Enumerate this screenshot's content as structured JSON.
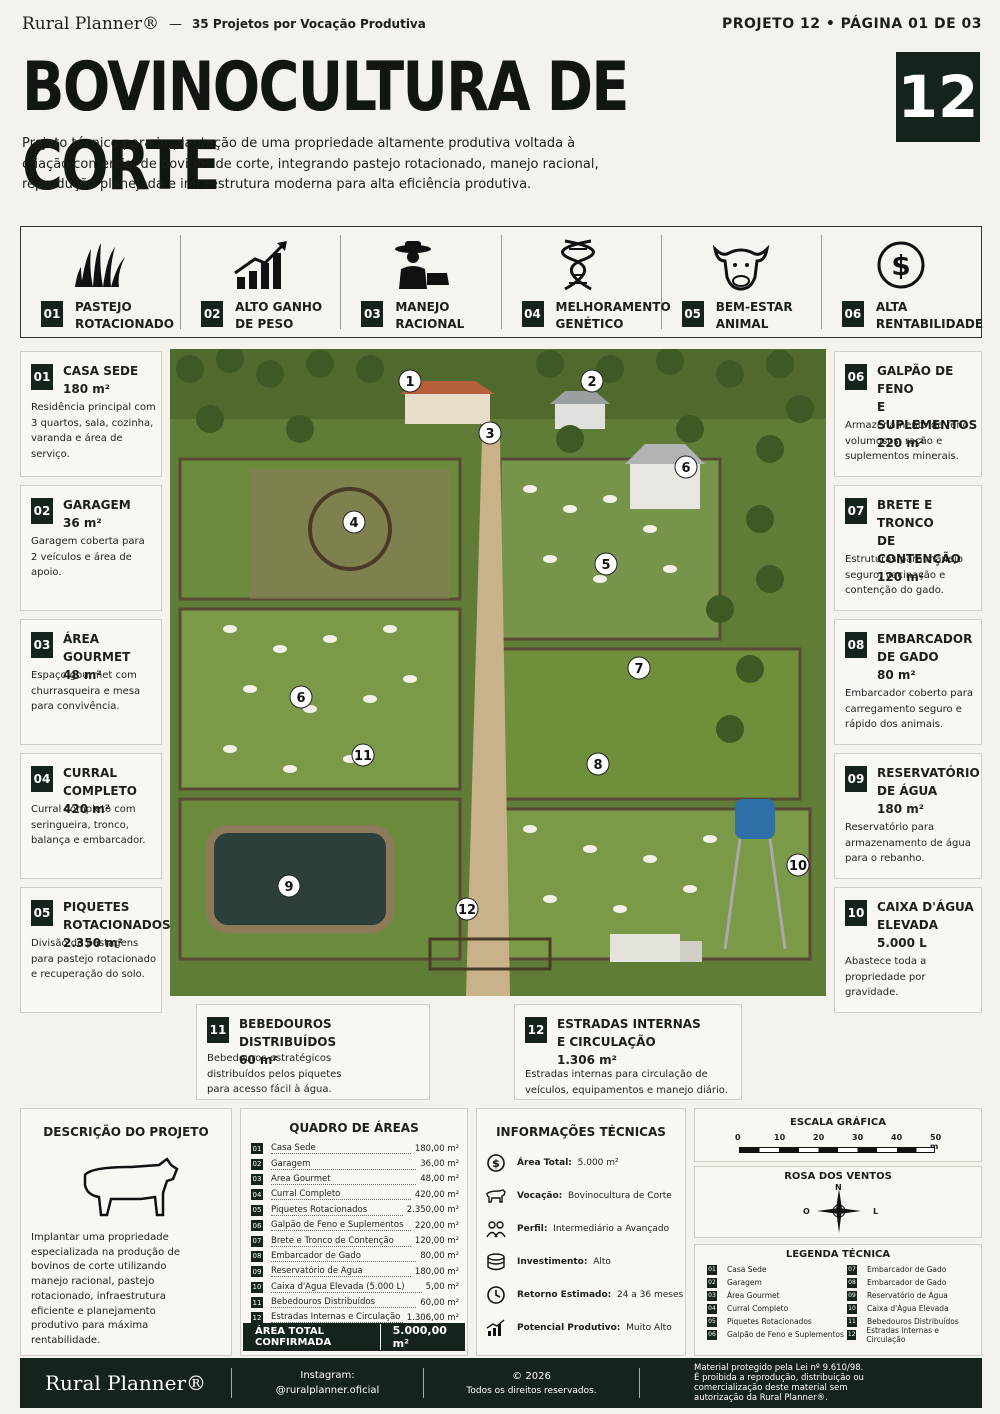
{
  "header": {
    "brand": "Rural Planner®",
    "separator": "—",
    "subtitle": "35 Projetos por Vocação Produtiva",
    "page_info": "PROJETO 12 • PÁGINA 01 DE 03",
    "title": "BOVINOCULTURA DE CORTE",
    "number": "12",
    "intro": "Projeto técnico para implantação de uma propriedade altamente produtiva voltada à criação comercial de bovinos de corte, integrando pastejo rotacionado, manejo racional, reprodução planejada e infraestrutura moderna para alta eficiência produtiva."
  },
  "features": [
    {
      "num": "01",
      "label": "PASTEJO\nROTACIONADO",
      "icon": "grass-icon"
    },
    {
      "num": "02",
      "label": "ALTO GANHO\nDE PESO",
      "icon": "growth-chart-icon"
    },
    {
      "num": "03",
      "label": "MANEJO\nRACIONAL",
      "icon": "cowboy-icon"
    },
    {
      "num": "04",
      "label": "MELHORAMENTO\nGENÉTICO",
      "icon": "dna-icon"
    },
    {
      "num": "05",
      "label": "BEM-ESTAR\nANIMAL",
      "icon": "cow-head-icon"
    },
    {
      "num": "06",
      "label": "ALTA\nRENTABILIDADE",
      "icon": "dollar-icon"
    }
  ],
  "left_cards": [
    {
      "num": "01",
      "title": "CASA SEDE",
      "area": "180 m²",
      "desc": "Residência principal com\n3 quartos, sala, cozinha,\nvaranda e área de\nserviço."
    },
    {
      "num": "02",
      "title": "GARAGEM",
      "area": "36 m²",
      "desc": "Garagem coberta para\n2 veículos e área de\napoio."
    },
    {
      "num": "03",
      "title": "ÁREA GOURMET",
      "area": "48 m²",
      "desc": "Espaço gourmet com\nchurrasqueira e mesa\npara convivência."
    },
    {
      "num": "04",
      "title": "CURRAL COMPLETO",
      "area": "420 m²",
      "desc": "Curral completo com\nseringueira, tronco,\nbalança e embarcador."
    },
    {
      "num": "05",
      "title": "PIQUETES ROTACIONADOS",
      "area": "2.350 m²",
      "desc": "Divisão de pastagens\npara pastejo rotacionado\ne recuperação do solo."
    }
  ],
  "right_cards": [
    {
      "num": "06",
      "title": "GALPÃO DE FENO\nE SUPLEMENTOS",
      "area": "220 m²",
      "desc": "Armazenamento de feno,\nvolumosos, ração e\nsuplementos minerais."
    },
    {
      "num": "07",
      "title": "BRETE E TRONCO\nDE CONTENÇÃO",
      "area": "120 m²",
      "desc": "Estruturas para manejo\nseguro, vacinação e\ncontenção do gado."
    },
    {
      "num": "08",
      "title": "EMBARCADOR\nDE GADO",
      "area": "80 m²",
      "desc": "Embarcador coberto para\ncarregamento seguro e\nrápido dos animais."
    },
    {
      "num": "09",
      "title": "RESERVATÓRIO\nDE ÁGUA",
      "area": "180 m²",
      "desc": "Reservatório para\narmazenamento de água\npara o rebanho."
    },
    {
      "num": "10",
      "title": "CAIXA D'ÁGUA\nELEVADA",
      "area": "5.000 L",
      "desc": "Abastece toda a\npropriedade por\ngravidade."
    }
  ],
  "bottom_cards": [
    {
      "num": "11",
      "title": "BEBEDOUROS DISTRIBUÍDOS",
      "area": "60 m²",
      "desc": "Bebedouros estratégicos\ndistribuídos pelos piquetes\npara acesso fácil à água."
    },
    {
      "num": "12",
      "title": "ESTRADAS INTERNAS\nE CIRCULAÇÃO",
      "area": "1.306 m²",
      "desc": "Estradas internas para circulação de\nveículos, equipamentos e manejo diário."
    }
  ],
  "map_markers": [
    "1",
    "2",
    "3",
    "4",
    "5",
    "6",
    "6",
    "7",
    "8",
    "9",
    "10",
    "11",
    "12"
  ],
  "description": {
    "title": "DESCRIÇÃO DO PROJETO",
    "text": "Implantar uma propriedade especializada na produção de bovinos de corte utilizando manejo racional, pastejo rotacionado, infraestrutura eficiente e planejamento produtivo para máxima rentabilidade."
  },
  "areas": {
    "title": "QUADRO DE ÁREAS",
    "rows": [
      {
        "num": "01",
        "label": "Casa Sede",
        "value": "180,00 m²"
      },
      {
        "num": "02",
        "label": "Garagem",
        "value": "36,00 m²"
      },
      {
        "num": "03",
        "label": "Área Gourmet",
        "value": "48,00 m²"
      },
      {
        "num": "04",
        "label": "Curral Completo",
        "value": "420,00 m²"
      },
      {
        "num": "05",
        "label": "Piquetes Rotacionados",
        "value": "2.350,00 m²"
      },
      {
        "num": "06",
        "label": "Galpão de Feno e Suplementos",
        "value": "220,00 m²"
      },
      {
        "num": "07",
        "label": "Brete e Tronco de Contenção",
        "value": "120,00 m²"
      },
      {
        "num": "08",
        "label": "Embarcador de Gado",
        "value": "80,00 m²"
      },
      {
        "num": "09",
        "label": "Reservatório de Água",
        "value": "180,00 m²"
      },
      {
        "num": "10",
        "label": "Caixa d'Água Elevada (5.000 L)",
        "value": "5,00 m²"
      },
      {
        "num": "11",
        "label": "Bebedouros Distribuídos",
        "value": "60,00 m²"
      },
      {
        "num": "12",
        "label": "Estradas Internas e Circulação",
        "value": "1.306,00 m²"
      }
    ],
    "total_label": "ÁREA TOTAL CONFIRMADA",
    "total_value": "5.000,00 m²"
  },
  "tech": {
    "title": "INFORMAÇÕES TÉCNICAS",
    "rows": [
      {
        "label": "Área Total:",
        "value": "5.000 m²",
        "icon": "dollar-circle-icon"
      },
      {
        "label": "Vocação:",
        "value": "Bovinocultura de Corte",
        "icon": "cow-icon"
      },
      {
        "label": "Perfil:",
        "value": "Intermediário a Avançado",
        "icon": "people-icon"
      },
      {
        "label": "Investimento:",
        "value": "Alto",
        "icon": "coins-icon"
      },
      {
        "label": "Retorno Estimado:",
        "value": "24 a 36 meses",
        "icon": "clock-icon"
      },
      {
        "label": "Potencial Produtivo:",
        "value": "Muito Alto",
        "icon": "bar-chart-icon"
      }
    ]
  },
  "scale": {
    "title": "ESCALA GRÁFICA",
    "ticks": [
      "0",
      "10",
      "20",
      "30",
      "40",
      "50 m"
    ]
  },
  "compass": {
    "title": "ROSA DOS VENTOS",
    "n": "N",
    "o": "O",
    "l": "L"
  },
  "legend": {
    "title": "LEGENDA TÉCNICA",
    "left": [
      {
        "num": "01",
        "label": "Casa Sede"
      },
      {
        "num": "02",
        "label": "Garagem"
      },
      {
        "num": "03",
        "label": "Área Gourmet"
      },
      {
        "num": "04",
        "label": "Curral Completo"
      },
      {
        "num": "05",
        "label": "Piquetes Rotacionados"
      },
      {
        "num": "06",
        "label": "Galpão de Feno e Suplementos"
      }
    ],
    "right": [
      {
        "num": "07",
        "label": "Embarcador de Gado"
      },
      {
        "num": "08",
        "label": "Embarcador de Gado"
      },
      {
        "num": "09",
        "label": "Reservatório de Água"
      },
      {
        "num": "10",
        "label": "Caixa d'Água Elevada"
      },
      {
        "num": "11",
        "label": "Bebedouros Distribuídos"
      },
      {
        "num": "12",
        "label": "Estradas Internas e Circulação"
      }
    ]
  },
  "footer": {
    "brand": "Rural Planner®",
    "insta_label": "Instagram:",
    "insta_handle": "@ruralplanner.oficial",
    "copyright": "© 2026",
    "rights": "Todos os direitos reservados.",
    "legal": "Material protegido pela Lei nº 9.610/98.\nÉ proibida a reprodução, distribuição ou\ncomercialização deste material sem\nautorização da Rural Planner®."
  },
  "colors": {
    "dark": "#15241a",
    "grass": "#6f8f3a",
    "road": "#c9b28a",
    "water": "#2c3f3a"
  }
}
